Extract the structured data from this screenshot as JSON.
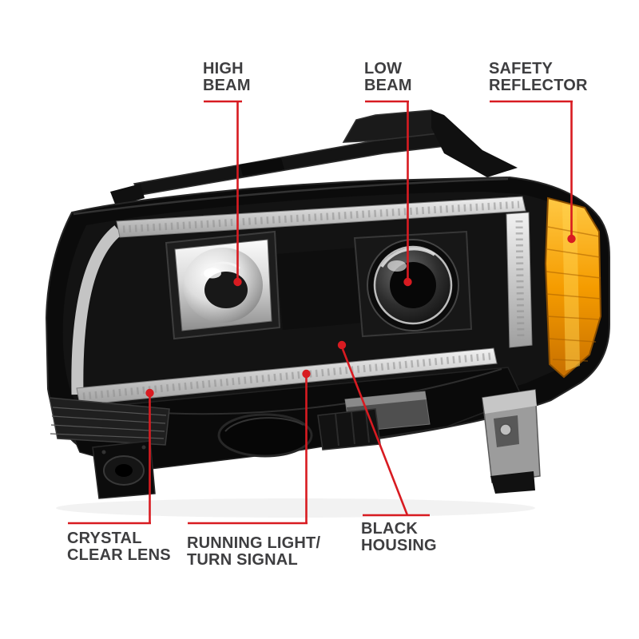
{
  "illustration": {
    "description": "Black projector headlight assembly with amber side reflector, front three-quarter view on white background",
    "parts": {
      "high_beam": "chrome high-beam reflector bowl",
      "low_beam": "round low-beam projector lens",
      "safety_reflector": "amber side safety reflector",
      "crystal_clear_lens": "clear outer lens",
      "running_light": "LED running light / turn signal bar",
      "black_housing": "black inner housing"
    }
  },
  "colors": {
    "background": "#ffffff",
    "callout_red": "#d81b21",
    "label_text": "#3e3e40",
    "amber": "#f59c00",
    "housing_black": "#0b0b0b",
    "chrome": "#d9d9d9"
  },
  "callouts": [
    {
      "id": "high-beam",
      "lines": [
        "HIGH",
        "BEAM"
      ]
    },
    {
      "id": "low-beam",
      "lines": [
        "LOW",
        "BEAM"
      ]
    },
    {
      "id": "safety-reflector",
      "lines": [
        "SAFETY",
        "REFLECTOR"
      ]
    },
    {
      "id": "crystal-clear-lens",
      "lines": [
        "CRYSTAL",
        "CLEAR LENS"
      ]
    },
    {
      "id": "running-light-turn-signal",
      "lines": [
        "RUNNING LIGHT/",
        "TURN SIGNAL"
      ]
    },
    {
      "id": "black-housing",
      "lines": [
        "BLACK",
        "HOUSING"
      ]
    }
  ]
}
